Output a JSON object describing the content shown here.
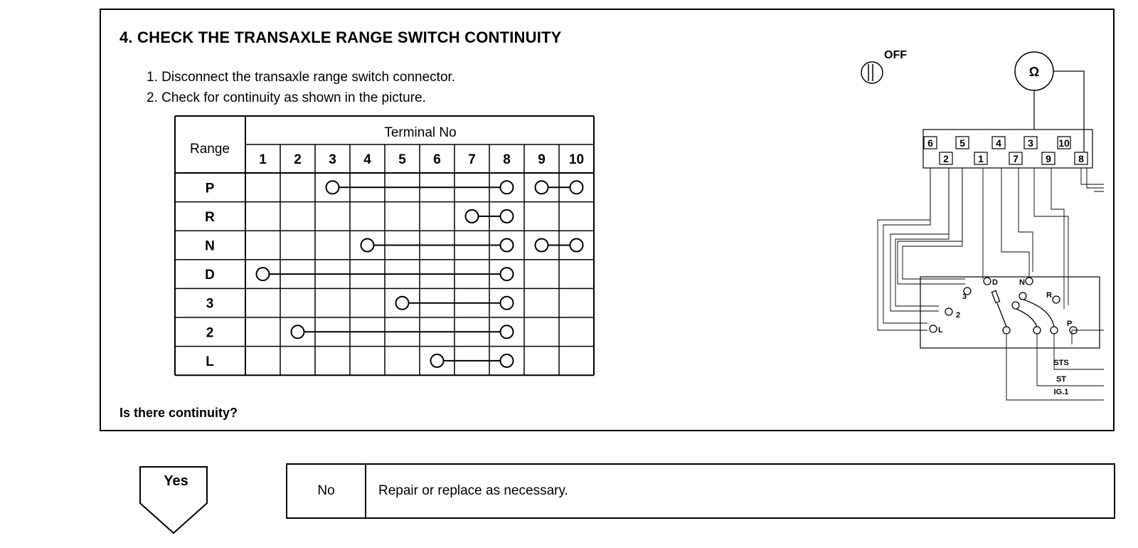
{
  "header": {
    "title": "4.  CHECK THE TRANSAXLE RANGE SWITCH CONTINUITY"
  },
  "steps": [
    "1.  Disconnect the transaxle range switch connector.",
    "2.  Check for continuity as shown in the picture."
  ],
  "continuity_table": {
    "range_header": "Range",
    "terminal_header": "Terminal No",
    "terminals": [
      "1",
      "2",
      "3",
      "4",
      "5",
      "6",
      "7",
      "8",
      "9",
      "10"
    ],
    "rows": [
      {
        "range": "P",
        "connections": [
          [
            3,
            8
          ],
          [
            9,
            10
          ]
        ]
      },
      {
        "range": "R",
        "connections": [
          [
            7,
            8
          ]
        ]
      },
      {
        "range": "N",
        "connections": [
          [
            4,
            8
          ],
          [
            9,
            10
          ]
        ]
      },
      {
        "range": "D",
        "connections": [
          [
            1,
            8
          ]
        ]
      },
      {
        "range": "3",
        "connections": [
          [
            5,
            8
          ]
        ]
      },
      {
        "range": "2",
        "connections": [
          [
            2,
            8
          ]
        ]
      },
      {
        "range": "L",
        "connections": [
          [
            6,
            8
          ]
        ]
      }
    ]
  },
  "question": "Is there continuity?",
  "diagram": {
    "switch_state": "OFF",
    "meter_symbol": "Ω",
    "connector_top": [
      "6",
      "5",
      "4",
      "3",
      "10"
    ],
    "connector_bottom": [
      "2",
      "1",
      "7",
      "9",
      "8"
    ],
    "switch_positions": [
      "D",
      "N",
      "R",
      "3",
      "2",
      "L",
      "P"
    ],
    "output_labels": [
      "STS",
      "ST",
      "IG.1"
    ]
  },
  "result": {
    "yes_label": "Yes",
    "no_label": "No",
    "no_action": "Repair or replace as necessary."
  }
}
